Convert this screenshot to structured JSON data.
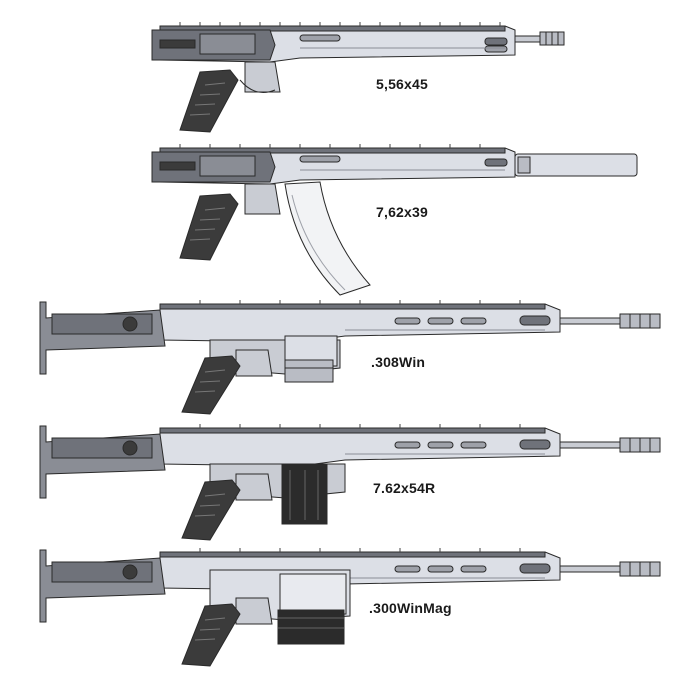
{
  "variants": [
    {
      "id": "v1",
      "caliber": "5,56x45"
    },
    {
      "id": "v2",
      "caliber": "7,62x39"
    },
    {
      "id": "v3",
      "caliber": ".308Win"
    },
    {
      "id": "v4",
      "caliber": "7.62x54R"
    },
    {
      "id": "v5",
      "caliber": ".300WinMag"
    }
  ],
  "colors": {
    "outline": "#2a2a2a",
    "steel_light": "#dcdfe6",
    "steel_mid": "#b9bcc4",
    "steel_dark": "#6f727a",
    "grip": "#3b3b3b",
    "magazine_dark": "#2b2b2b"
  }
}
